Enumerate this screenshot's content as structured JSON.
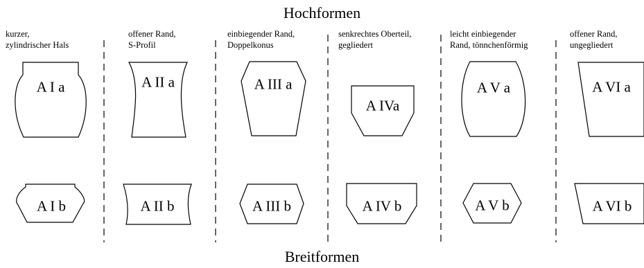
{
  "titles": {
    "top": "Hochformen",
    "bottom": "Breitformen"
  },
  "columns": [
    {
      "desc": [
        "kurzer,",
        "zylindrischer Hals"
      ],
      "tall": "A I a",
      "wide": "A I b"
    },
    {
      "desc": [
        "offener Rand,",
        "S-Profil"
      ],
      "tall": "A II a",
      "wide": "A II b"
    },
    {
      "desc": [
        "einbiegender Rand,",
        "Doppelkonus"
      ],
      "tall": "A III a",
      "wide": "A III b"
    },
    {
      "desc": [
        "senkrechtes Oberteil,",
        "gegliedert"
      ],
      "tall": "A IVa",
      "wide": "A IV b"
    },
    {
      "desc": [
        "leicht einbiegender",
        "Rand, tönnchenförmig"
      ],
      "tall": "A V a",
      "wide": "A V b"
    },
    {
      "desc": [
        "offener Rand,",
        "ungegliedert"
      ],
      "tall": "A VI a",
      "wide": "A VI b"
    }
  ]
}
